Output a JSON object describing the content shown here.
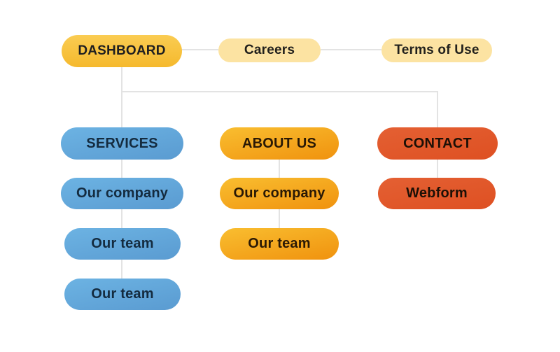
{
  "palette": {
    "background": "#FFFFFF",
    "connector_line": "#E3E3E3",
    "gold_top": "#FACC52",
    "gold_bottom": "#F5B92D",
    "pale_yellow": "#FCE3A2",
    "blue_top": "#6CB3E3",
    "blue_bottom": "#5A9BD1",
    "orange_top": "#F9BE30",
    "orange_bottom": "#F0920E",
    "red_top": "#E46033",
    "red_bottom": "#DE5022",
    "text_dark": "#1E1E20"
  },
  "nodes": [
    {
      "id": "dashboard",
      "label": "DASHBOARD",
      "color": "gold"
    },
    {
      "id": "careers",
      "label": "Careers",
      "color": "pale"
    },
    {
      "id": "terms-of-use",
      "label": "Terms of Use",
      "color": "pale"
    },
    {
      "id": "services",
      "label": "SERVICES",
      "color": "blue"
    },
    {
      "id": "about-us",
      "label": "ABOUT US",
      "color": "orange"
    },
    {
      "id": "contact",
      "label": "CONTACT",
      "color": "red"
    },
    {
      "id": "services-our-company",
      "label": "Our company",
      "color": "blue"
    },
    {
      "id": "about-our-company",
      "label": "Our company",
      "color": "orange"
    },
    {
      "id": "contact-webform",
      "label": "Webform",
      "color": "red"
    },
    {
      "id": "services-our-team-1",
      "label": "Our team",
      "color": "blue"
    },
    {
      "id": "about-our-team",
      "label": "Our team",
      "color": "orange"
    },
    {
      "id": "services-our-team-2",
      "label": "Our team",
      "color": "blue"
    }
  ],
  "edges": [
    {
      "from": "dashboard",
      "to": "careers"
    },
    {
      "from": "careers",
      "to": "terms-of-use"
    },
    {
      "from": "dashboard",
      "to": "services"
    },
    {
      "from": "dashboard",
      "to": "contact"
    },
    {
      "from": "services",
      "to": "services-our-company"
    },
    {
      "from": "services-our-company",
      "to": "services-our-team-1"
    },
    {
      "from": "services-our-team-1",
      "to": "services-our-team-2"
    },
    {
      "from": "about-us",
      "to": "about-our-company"
    },
    {
      "from": "about-our-company",
      "to": "about-our-team"
    },
    {
      "from": "contact",
      "to": "contact-webform"
    }
  ]
}
